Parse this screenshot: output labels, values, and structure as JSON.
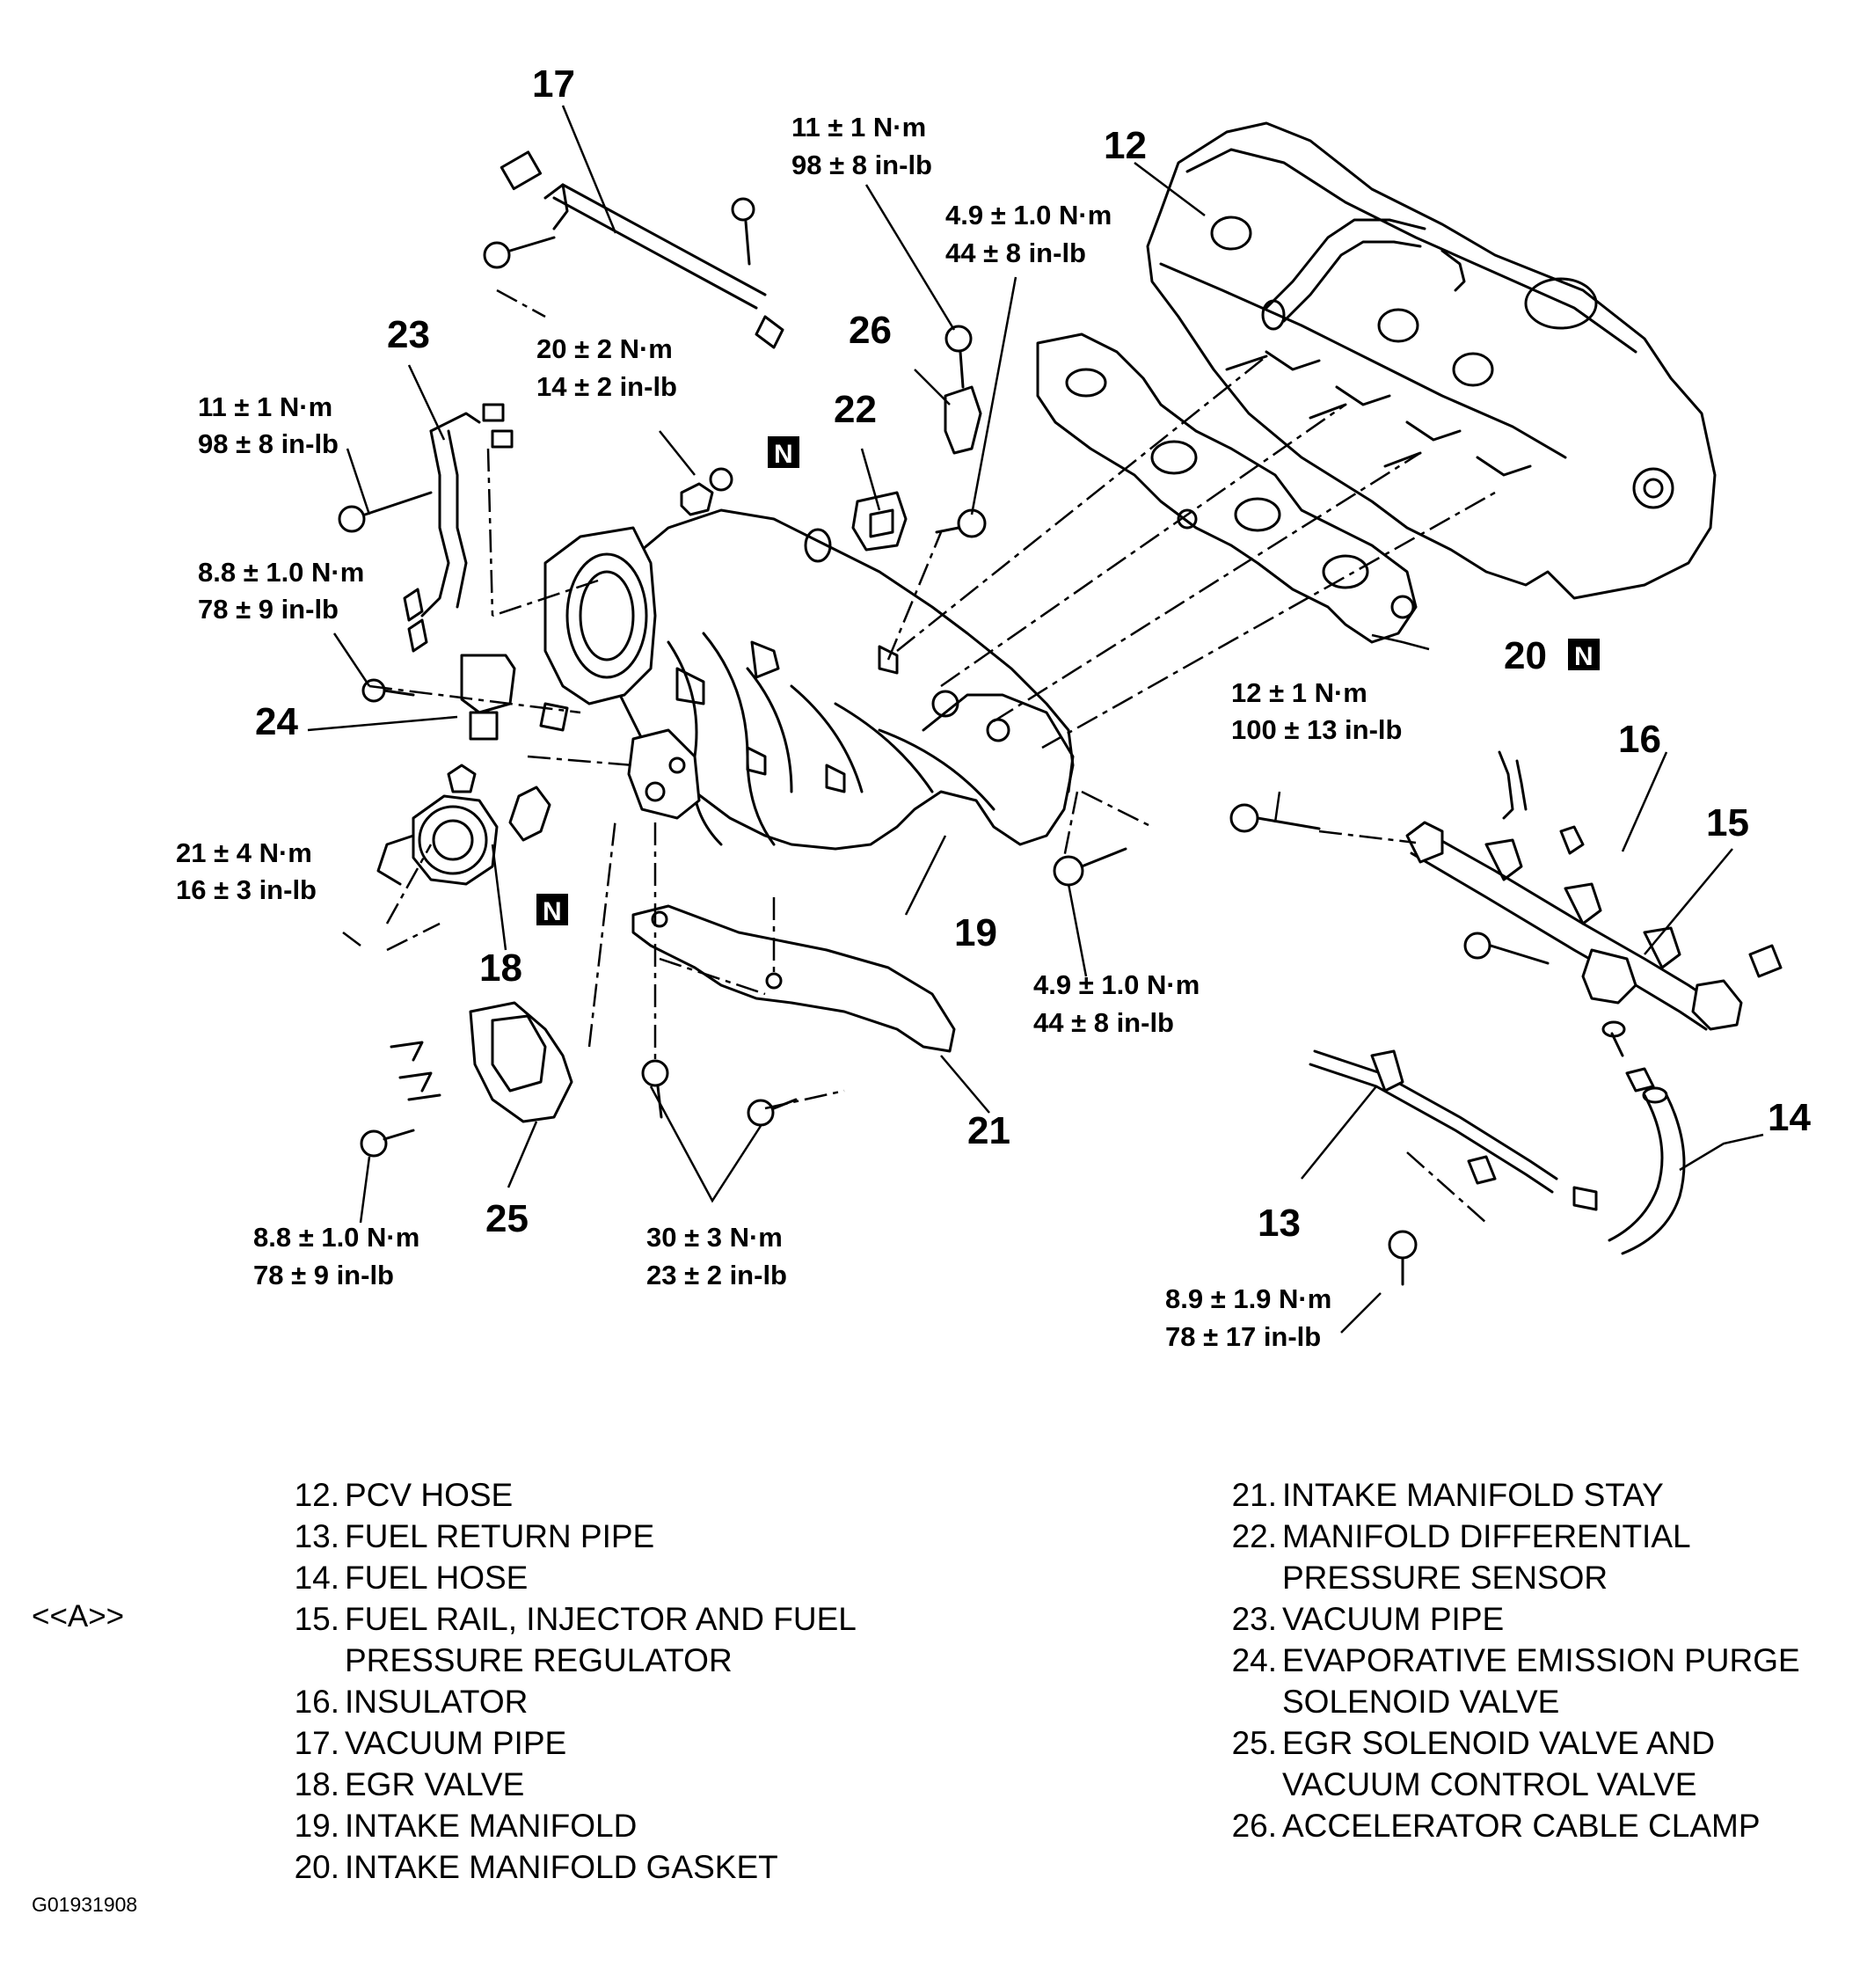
{
  "callouts": {
    "c12": "12",
    "c13": "13",
    "c14": "14",
    "c15": "15",
    "c16": "16",
    "c17": "17",
    "c18": "18",
    "c19": "19",
    "c20": "20",
    "c21": "21",
    "c22": "22",
    "c23": "23",
    "c24": "24",
    "c25": "25",
    "c26": "26"
  },
  "new_part_marker": "N",
  "torques": {
    "t_vac17_nm": "11 ± 1 N·m",
    "t_vac17_inlb": "98 ± 8 in-lb",
    "t_clamp_nm": "4.9 ± 1.0 N·m",
    "t_clamp_inlb": "44 ± 8 in-lb",
    "t_nut_nm": "20 ± 2 N·m",
    "t_nut_inlb": "14 ± 2 in-lb",
    "t_vac23_nm": "11 ± 1 N·m",
    "t_vac23_inlb": "98 ± 8 in-lb",
    "t_purge_nm": "8.8 ± 1.0 N·m",
    "t_purge_inlb": "78 ± 9 in-lb",
    "t_egr_nm": "21 ± 4 N·m",
    "t_egr_inlb": "16 ± 3 in-lb",
    "t_rail_nm": "12 ± 1 N·m",
    "t_rail_inlb": "100 ± 13 in-lb",
    "t_man_nm": "4.9 ± 1.0 N·m",
    "t_man_inlb": "44 ± 8 in-lb",
    "t_sol_nm": "8.8 ± 1.0 N·m",
    "t_sol_inlb": "78 ± 9 in-lb",
    "t_stay_nm": "30 ± 3 N·m",
    "t_stay_inlb": "23 ± 2 in-lb",
    "t_ret_nm": "8.9 ± 1.9 N·m",
    "t_ret_inlb": "78 ± 17 in-lb"
  },
  "legend_left": [
    {
      "num": "12.",
      "text": "PCV HOSE"
    },
    {
      "num": "13.",
      "text": "FUEL RETURN PIPE"
    },
    {
      "num": "14.",
      "text": "FUEL HOSE"
    },
    {
      "num": "15.",
      "text": "FUEL RAIL, INJECTOR AND FUEL"
    },
    {
      "num": "",
      "text": "PRESSURE REGULATOR"
    },
    {
      "num": "16.",
      "text": "INSULATOR"
    },
    {
      "num": "17.",
      "text": "VACUUM PIPE"
    },
    {
      "num": "18.",
      "text": "EGR VALVE"
    },
    {
      "num": "19.",
      "text": "INTAKE MANIFOLD"
    },
    {
      "num": "20.",
      "text": "INTAKE MANIFOLD GASKET"
    }
  ],
  "legend_right": [
    {
      "num": "21.",
      "text": "INTAKE MANIFOLD STAY"
    },
    {
      "num": "22.",
      "text": "MANIFOLD DIFFERENTIAL"
    },
    {
      "num": "",
      "text": "PRESSURE SENSOR"
    },
    {
      "num": "23.",
      "text": "VACUUM PIPE"
    },
    {
      "num": "24.",
      "text": "EVAPORATIVE EMISSION PURGE"
    },
    {
      "num": "",
      "text": "SOLENOID VALVE"
    },
    {
      "num": "25.",
      "text": "EGR SOLENOID VALVE AND"
    },
    {
      "num": "",
      "text": "VACUUM CONTROL VALVE"
    },
    {
      "num": "26.",
      "text": "ACCELERATOR CABLE CLAMP"
    }
  ],
  "reference_mark": "<<A>>",
  "figure_id": "G01931908"
}
